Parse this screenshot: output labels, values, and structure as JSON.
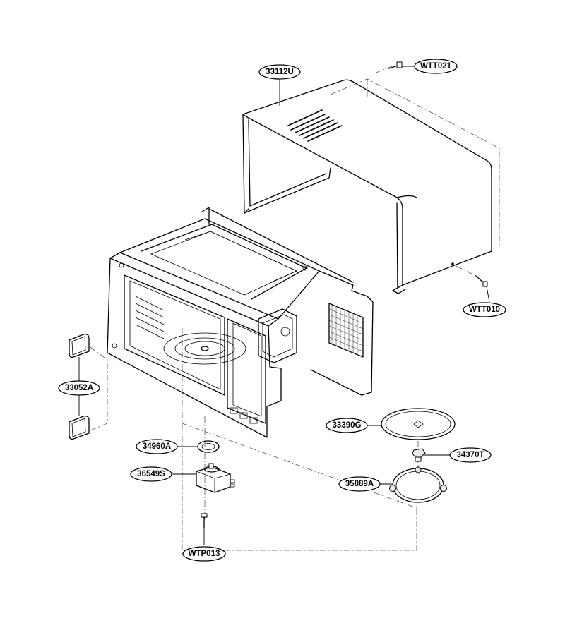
{
  "diagram": {
    "callouts": [
      {
        "id": "wtt021",
        "label": "WTT021"
      },
      {
        "id": "33112u",
        "label": "33112U"
      },
      {
        "id": "wtt010",
        "label": "WTT010"
      },
      {
        "id": "33052a",
        "label": "33052A"
      },
      {
        "id": "33390g",
        "label": "33390G"
      },
      {
        "id": "34960a",
        "label": "34960A"
      },
      {
        "id": "34370t",
        "label": "34370T"
      },
      {
        "id": "36549s",
        "label": "36549S"
      },
      {
        "id": "35889a",
        "label": "35889A"
      },
      {
        "id": "wtp013",
        "label": "WTP013"
      }
    ]
  }
}
